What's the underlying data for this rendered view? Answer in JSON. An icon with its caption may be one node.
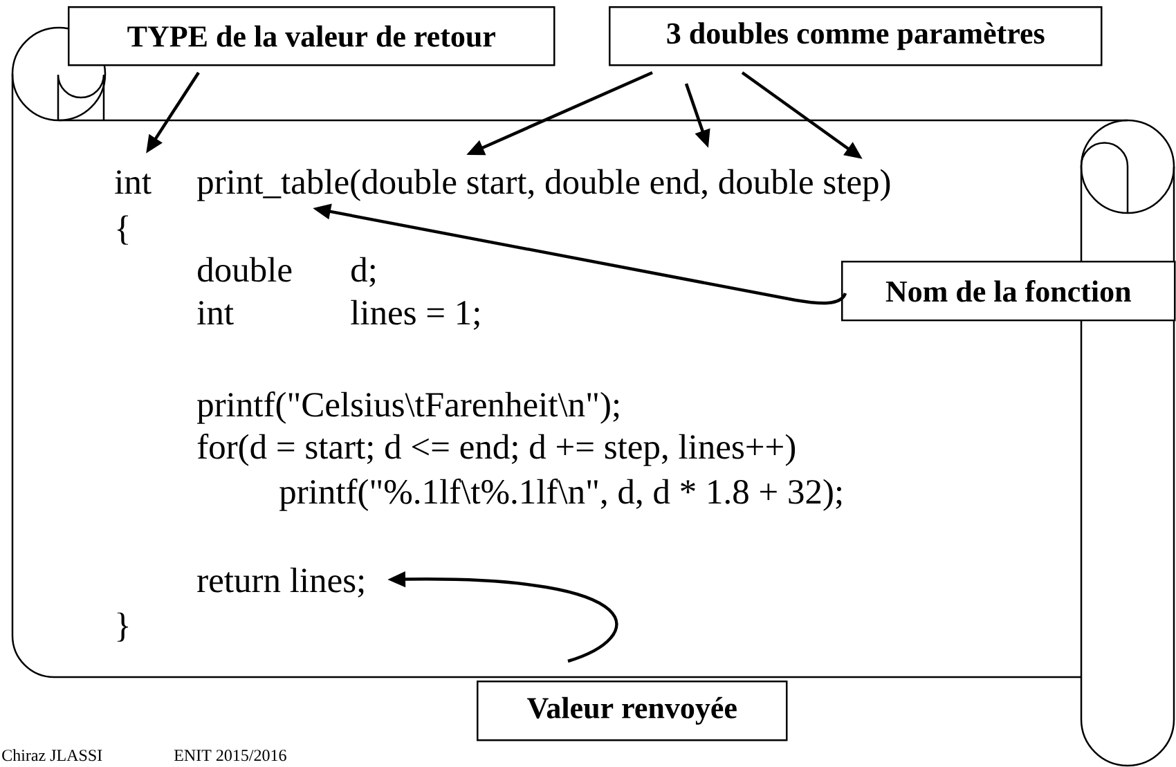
{
  "diagram": {
    "nodes": [
      {
        "text": [
          "TYPE de la valeur de retour"
        ]
      },
      {
        "text": [
          "3 doubles comme paramètres"
        ]
      },
      {
        "text": [
          "int"
        ]
      },
      {
        "text": [
          "print_table(double start, double end, double step)"
        ]
      },
      {
        "text": [
          "Nom de la fonction"
        ]
      },
      {
        "text": [
          "return lines;"
        ]
      },
      {
        "text": [
          "Valeur renvoyée"
        ]
      }
    ],
    "edges": [
      {
        "from": 0,
        "to": 2,
        "arrow": "to"
      },
      {
        "from": 1,
        "to": 3,
        "arrow": "to"
      },
      {
        "from": 1,
        "to": 3,
        "arrow": "to"
      },
      {
        "from": 1,
        "to": 3,
        "arrow": "to"
      },
      {
        "from": 4,
        "to": 3,
        "arrow": "to"
      },
      {
        "from": 6,
        "to": 5,
        "arrow": "to"
      }
    ],
    "labels": [
      "{",
      "double",
      "d;",
      "int",
      "lines = 1;",
      "printf(\"Celsius\\tFarenheit\\n\");",
      "for(d = start; d <= end; d += step, lines++)",
      "printf(\"%.1lf\\t%.1lf\\n\", d, d * 1.8 + 32);",
      "}",
      "Chiraz JLASSI",
      "ENIT 2015/2016"
    ]
  }
}
